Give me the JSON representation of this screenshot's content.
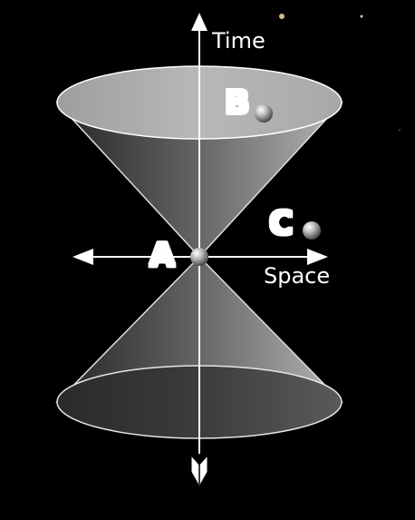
{
  "axes": {
    "time_label": "Time",
    "space_label": "Space"
  },
  "points": {
    "a_label": "A",
    "b_label": "B",
    "c_label": "C"
  },
  "colors": {
    "background": "#000000",
    "axis": "#ffffff",
    "cone_fill": "#8a8a8a"
  }
}
